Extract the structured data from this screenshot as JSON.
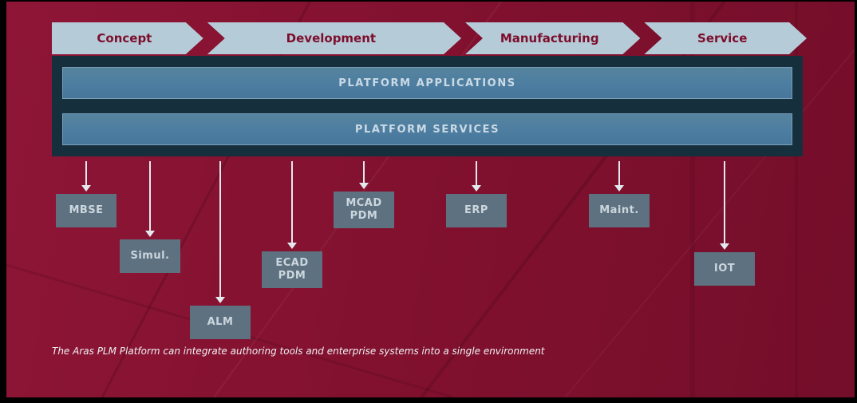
{
  "colors": {
    "background": "#84112f",
    "chevron_fill": "#b6cbd8",
    "chevron_text": "#7c0e2c",
    "platform_container": "#152f3d",
    "platform_bar": "#4c7da1",
    "platform_bar_text": "#cbdae5",
    "tool_box": "#5e7180",
    "tool_text": "#cbd6de",
    "arrow": "#e3eaee",
    "caption_text": "#eef1f2"
  },
  "process_flow": {
    "stages": [
      {
        "label": "Concept"
      },
      {
        "label": "Development"
      },
      {
        "label": "Manufacturing"
      },
      {
        "label": "Service"
      }
    ]
  },
  "platform": {
    "bars": [
      {
        "label": "PLATFORM APPLICATIONS"
      },
      {
        "label": "PLATFORM SERVICES"
      }
    ]
  },
  "tools": [
    {
      "label": "MBSE"
    },
    {
      "label": "Simul."
    },
    {
      "label": "ALM"
    },
    {
      "label": "ECAD\nPDM"
    },
    {
      "label": "MCAD\nPDM"
    },
    {
      "label": "ERP"
    },
    {
      "label": "Maint."
    },
    {
      "label": "IOT"
    }
  ],
  "caption": "The Aras PLM Platform can integrate authoring tools and enterprise systems into a single environment"
}
